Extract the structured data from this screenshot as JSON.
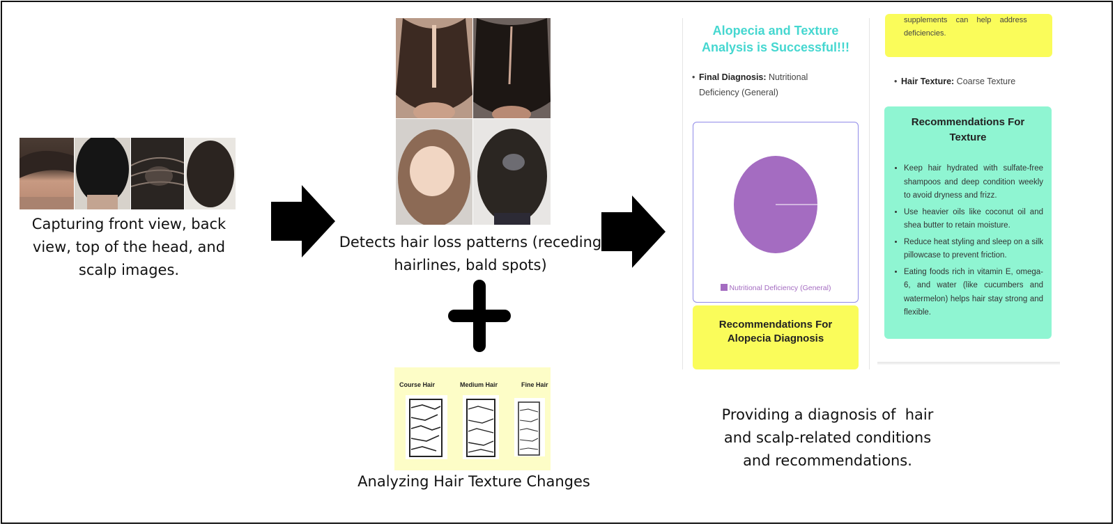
{
  "steps": {
    "capture": {
      "caption": [
        "Capturing front view, back",
        "view, top of the head, and",
        "scalp images."
      ]
    },
    "detect": {
      "caption": [
        "Detects hair loss patterns (receding",
        "hairlines, bald spots)"
      ]
    },
    "texture": {
      "caption": "Analyzing Hair Texture Changes",
      "labels": [
        "Course Hair",
        "Medium Hair",
        "Fine Hair"
      ]
    },
    "diagnosis": {
      "caption": [
        "Providing a diagnosis of  hair",
        "and scalp-related conditions",
        "and recommendations."
      ]
    }
  },
  "result_screen": {
    "left": {
      "title": [
        "Alopecia and Texture",
        "Analysis is Successful!!!"
      ],
      "final_diagnosis_label": "Final Diagnosis:",
      "final_diagnosis_value": [
        "Nutritional",
        "Deficiency (General)"
      ],
      "chart_legend": "Nutritional Deficiency (General)",
      "rec_title": [
        "Recommendations For",
        "Alopecia Diagnosis"
      ]
    },
    "right": {
      "top_snippet": [
        "supplements    can    help    address",
        "deficiencies."
      ],
      "hair_texture_label": "Hair Texture:",
      "hair_texture_value": "Coarse Texture",
      "rec_title": [
        "Recommendations For",
        "Texture"
      ],
      "recommendations": [
        "Keep hair hydrated with sulfate-free shampoos and deep condition weekly to avoid dryness and frizz.",
        "Use heavier oils like coconut oil and shea butter to retain moisture.",
        "Reduce heat styling and sleep on a silk pillowcase to prevent friction.",
        "Eating foods rich in vitamin E, omega-6, and water (like cucumbers and watermelon) helps hair stay strong and flexible."
      ]
    }
  },
  "chart_data": {
    "type": "pie",
    "categories": [
      "Nutritional Deficiency (General)"
    ],
    "values": [
      100
    ],
    "legend_position": "bottom",
    "colors": [
      "#a46cc1"
    ]
  },
  "colors": {
    "teal_title": "#45d7d0",
    "yellow_card": "#fafc5a",
    "green_card": "#8ff5d2",
    "pie_purple": "#a46cc1",
    "texture_bg": "#fdfdc7"
  }
}
